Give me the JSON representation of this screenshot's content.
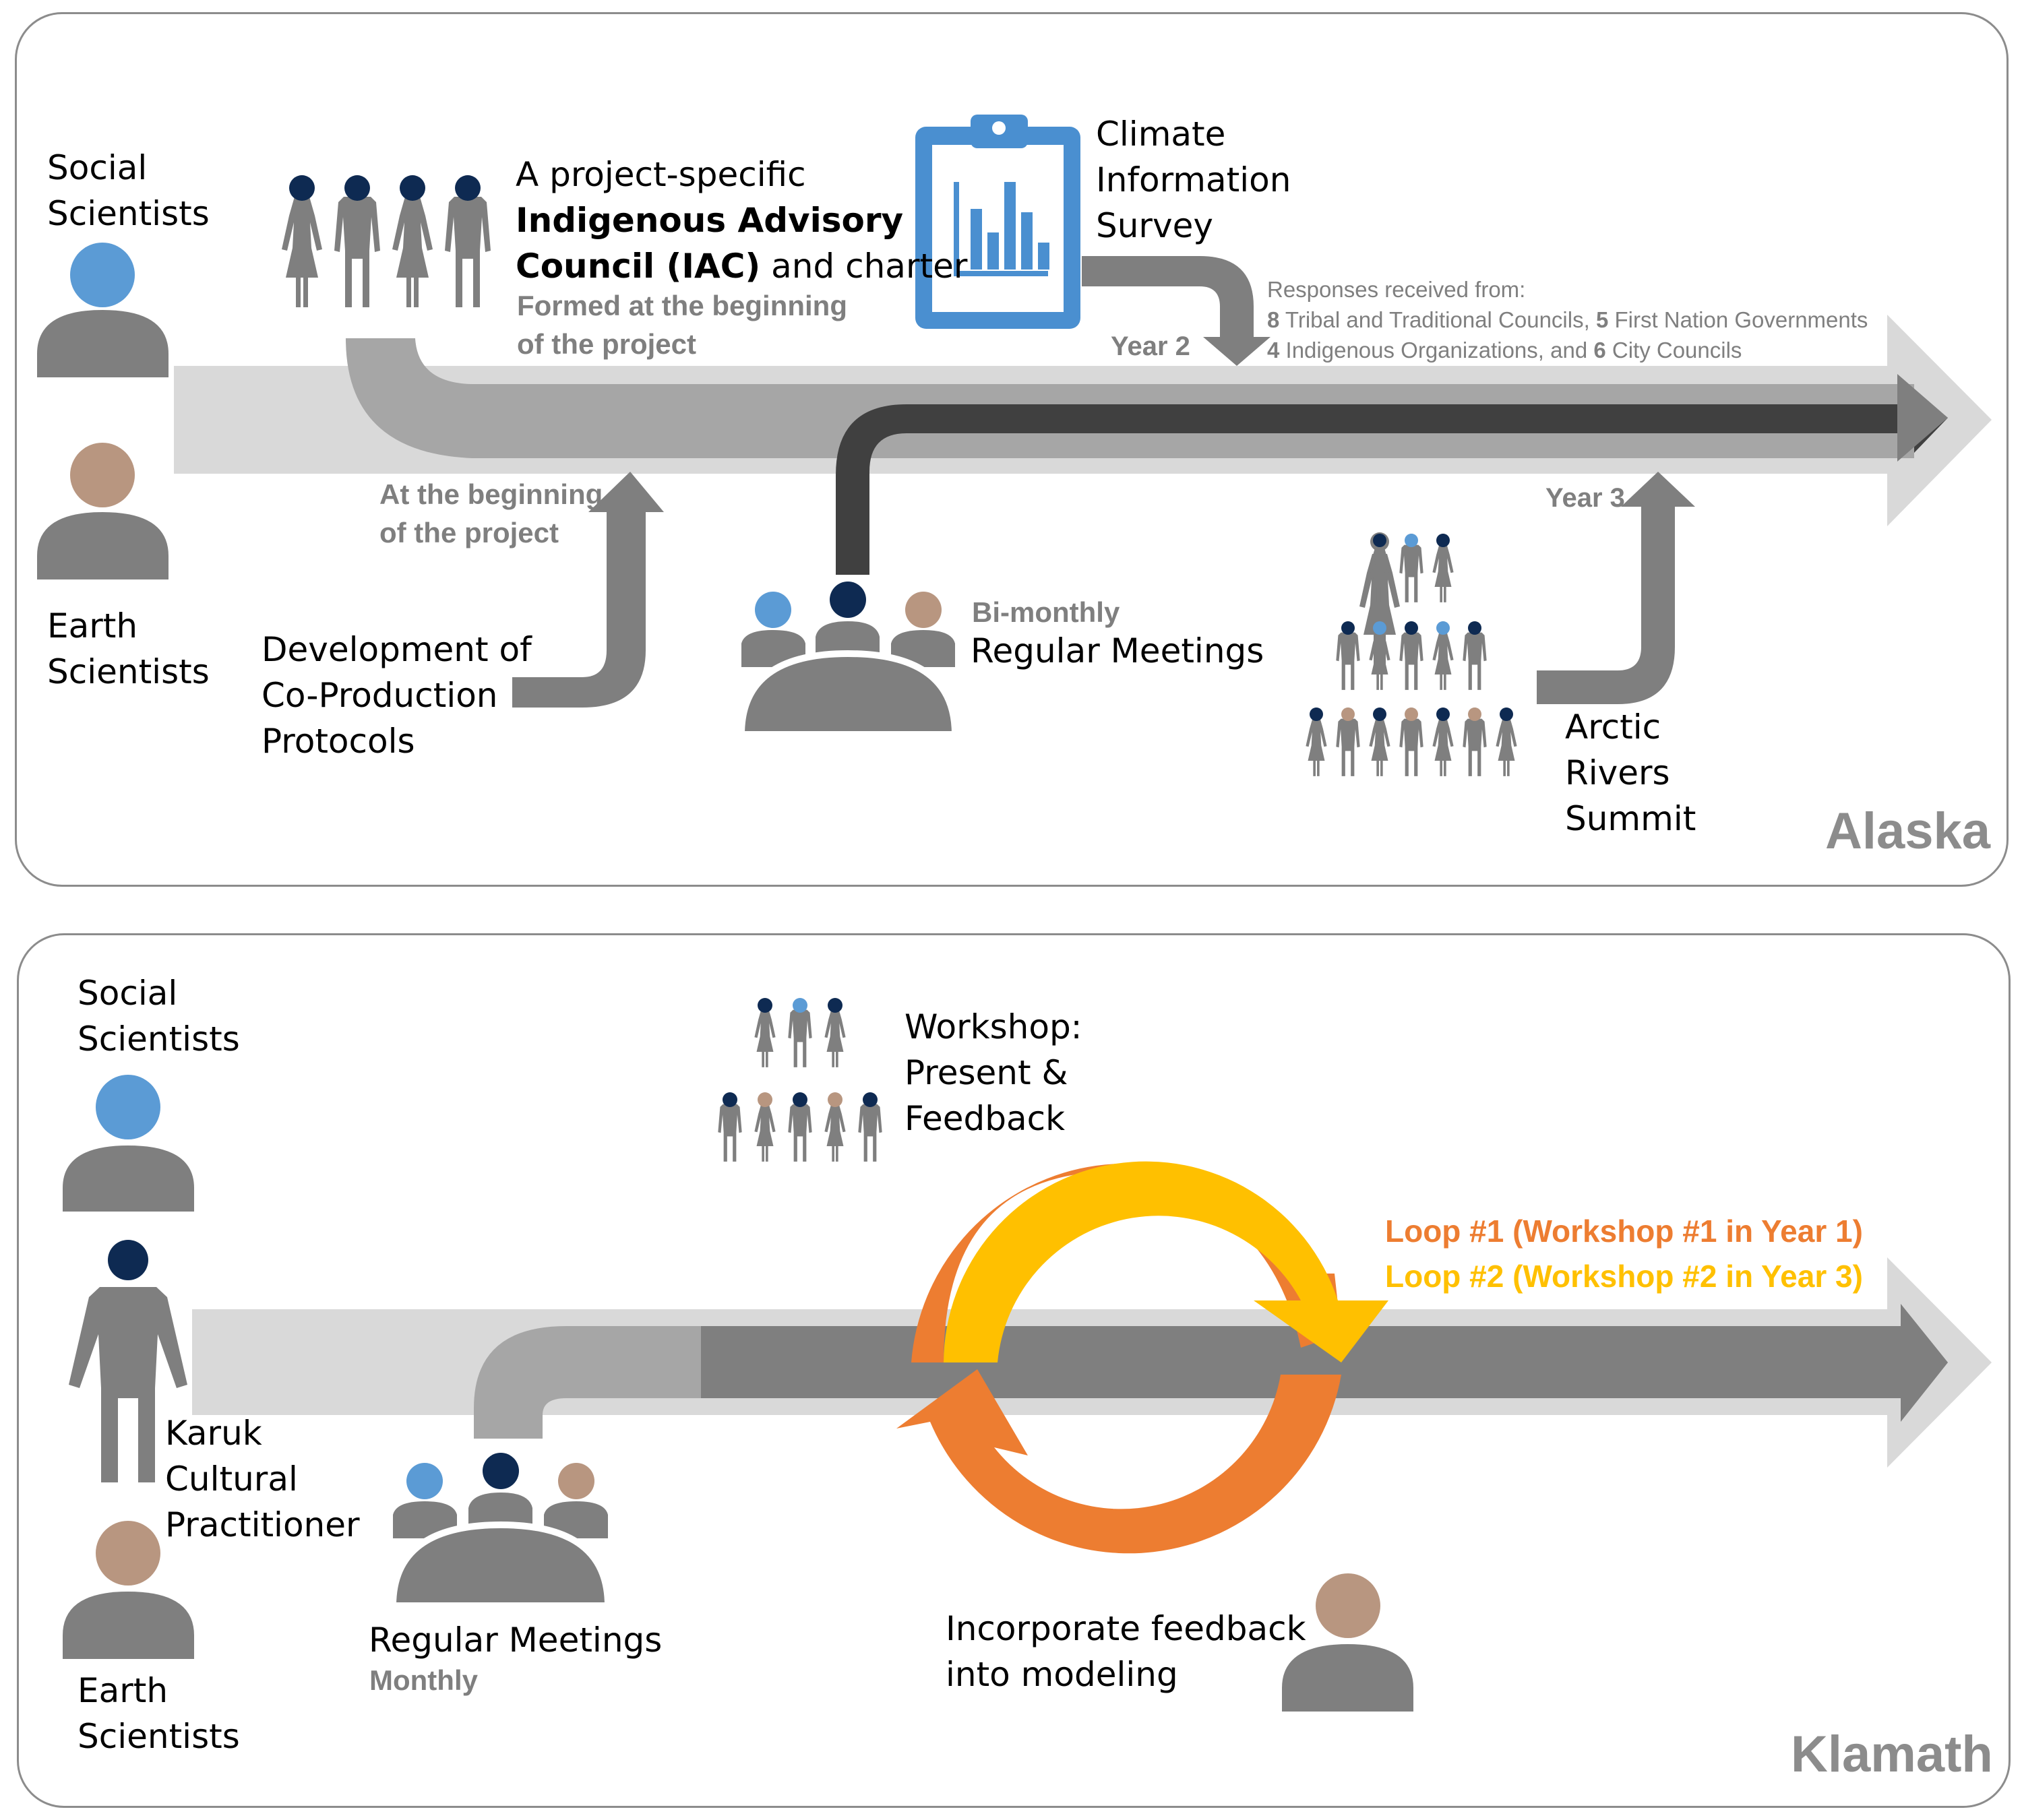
{
  "colors": {
    "gray": "#7f7f7f",
    "light_gray": "#d9d9d9",
    "mid_gray": "#a6a6a6",
    "dark": "#404040",
    "navy": "#0e2a52",
    "blue": "#5b9bd5",
    "tan": "#b89680",
    "orange": "#ed7d31",
    "yellow": "#ffc000",
    "clipboard_blue": "#4a8fd0"
  },
  "alaska": {
    "region_label": "Alaska",
    "social_scientists": [
      "Social",
      "Scientists"
    ],
    "earth_scientists": [
      "Earth",
      "Scientists"
    ],
    "iac": {
      "line1": "A project-specific",
      "line2_bold": "Indigenous Advisory",
      "line3_bold": "Council (IAC)",
      "line3_rest": " and charter",
      "note1": "Formed at the beginning",
      "note2": "of the project"
    },
    "survey": [
      "Climate",
      "Information",
      "Survey"
    ],
    "survey_year": "Year 2",
    "responses": {
      "header": "Responses received from:",
      "n1": "8",
      "t1": " Tribal and Traditional Councils, ",
      "n2": "5",
      "t2": " First Nation Governments",
      "n3": "4",
      "t3": " Indigenous Organizations, and ",
      "n4": "6",
      "t4": " City Councils"
    },
    "protocols": {
      "note1": "At the beginning",
      "note2": "of the project",
      "lines": [
        "Development of",
        "Co-Production",
        "Protocols"
      ]
    },
    "meetings": {
      "freq": "Bi-monthly",
      "label": "Regular Meetings"
    },
    "summit": {
      "year": "Year 3",
      "lines": [
        "Arctic",
        "Rivers",
        "Summit"
      ]
    }
  },
  "klamath": {
    "region_label": "Klamath",
    "social_scientists": [
      "Social",
      "Scientists"
    ],
    "karuk": [
      "Karuk",
      "Cultural",
      "Practitioner"
    ],
    "earth_scientists": [
      "Earth",
      "Scientists"
    ],
    "workshop": [
      "Workshop:",
      "Present &",
      "Feedback"
    ],
    "meetings": {
      "label": "Regular Meetings",
      "freq": "Monthly"
    },
    "loop1": "Loop #1 (Workshop #1 in Year 1)",
    "loop2": "Loop #2 (Workshop #2 in Year 3)",
    "feedback": [
      "Incorporate feedback",
      "into modeling"
    ]
  }
}
